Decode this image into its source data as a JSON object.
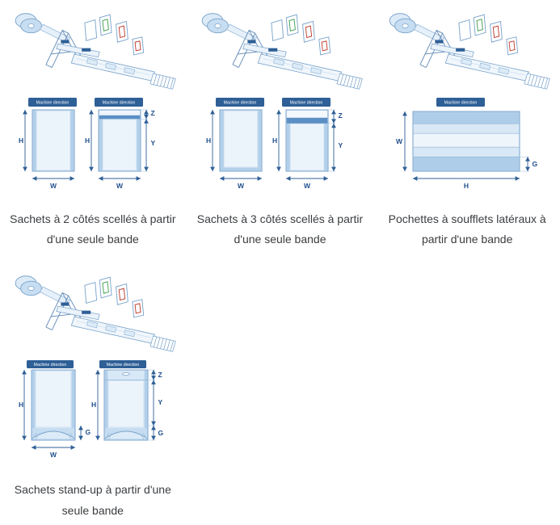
{
  "shared": {
    "machine_direction": "Machine direction",
    "dim": {
      "H": "H",
      "W": "W",
      "Z": "Z",
      "Y": "Y",
      "G": "G"
    }
  },
  "cards": [
    {
      "caption": "Sachets à 2 côtés scellés à partir d'une seule bande"
    },
    {
      "caption": "Sachets à 3 côtés scellés à partir d'une seule bande"
    },
    {
      "caption": "Pochettes à soufflets latéraux à partir d'une bande"
    },
    {
      "caption": "Sachets stand-up à partir d'une seule bande"
    }
  ],
  "colors": {
    "accent_blue": "#2e5f96",
    "dim_label_blue": "#1f4e8c",
    "pouch_fill": "#d9e8f6",
    "pouch_border": "#7aa3cb",
    "sample_green": "#3f9d4e",
    "sample_red": "#c0392b",
    "caption_text": "#3a3d40"
  }
}
